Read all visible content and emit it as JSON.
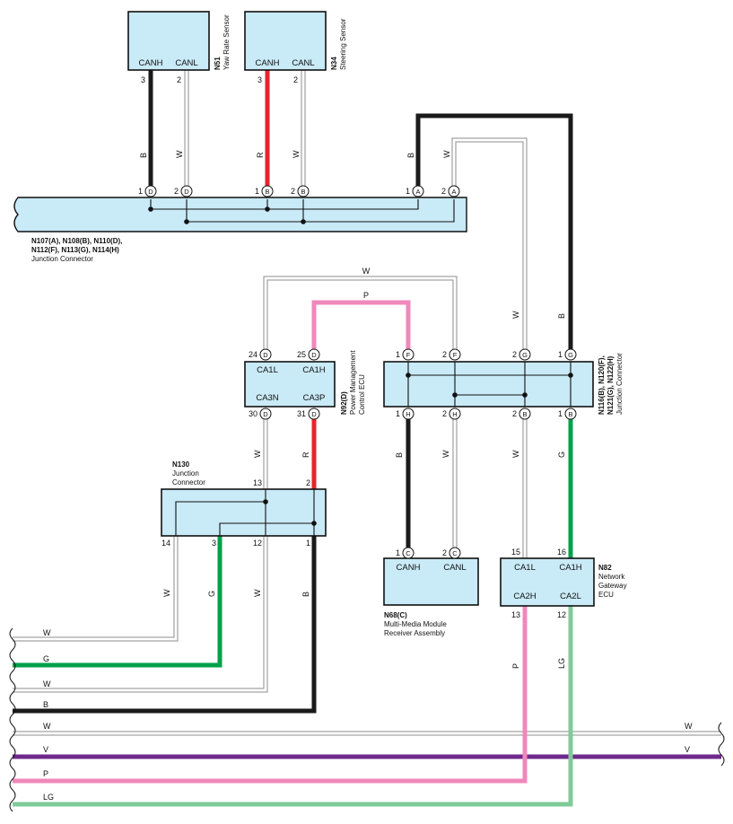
{
  "components": {
    "n51": {
      "id": "N51",
      "name": "Yaw Rate Sensor",
      "pin_canh": "CANH",
      "pin_canl": "CANL",
      "num_canh": "3",
      "num_canl": "2"
    },
    "n34": {
      "id": "N34",
      "name": "Steering Sensor",
      "pin_canh": "CANH",
      "pin_canl": "CANL",
      "num_canh": "3",
      "num_canl": "2"
    },
    "jc1": {
      "line1": "N107(A), N108(B), N110(D),",
      "line2": "N112(F), N113(G), N114(H)",
      "line3": "Junction Connector"
    },
    "n92": {
      "id": "N92(D)",
      "name1": "Power Management",
      "name2": "Control ECU",
      "p_ca1l": "CA1L",
      "p_ca1h": "CA1H",
      "p_ca3n": "CA3N",
      "p_ca3p": "CA3P"
    },
    "jc2": {
      "line1": "N116(B), N120(F),",
      "line2": "N121(G), N122(H)",
      "line3": "Junction Connector"
    },
    "n130": {
      "id": "N130",
      "name1": "Junction",
      "name2": "Connector"
    },
    "n68": {
      "id": "N68(C)",
      "name1": "Multi-Media Module",
      "name2": "Receiver Assembly",
      "p_canh": "CANH",
      "p_canl": "CANL"
    },
    "n82": {
      "id": "N82",
      "name1": "Network",
      "name2": "Gateway",
      "name3": "ECU",
      "p_ca1l": "CA1L",
      "p_ca1h": "CA1H",
      "p_ca2h": "CA2H",
      "p_ca2l": "CA2L"
    }
  },
  "pins": {
    "jc1_1d": "1",
    "jc1_2d": "2",
    "jc1_1b": "1",
    "jc1_2b": "2",
    "jc1_1a": "1",
    "jc1_2a": "2",
    "n92_24": "24",
    "n92_25": "25",
    "n92_30": "30",
    "n92_31": "31",
    "jc2_1f": "1",
    "jc2_2f": "2",
    "jc2_2g": "2",
    "jc2_1g": "1",
    "jc2_1h": "1",
    "jc2_2h": "2",
    "jc2_2b": "2",
    "jc2_1b": "1",
    "n130_13": "13",
    "n130_2": "2",
    "n130_14": "14",
    "n130_3": "3",
    "n130_12": "12",
    "n130_1": "1",
    "n68_1": "1",
    "n68_2": "2",
    "n82_15": "15",
    "n82_16": "16",
    "n82_13": "13",
    "n82_12": "12"
  },
  "terminals": {
    "d": "D",
    "b": "B",
    "a": "A",
    "f": "F",
    "g": "G",
    "h": "H",
    "c": "C"
  },
  "wire_labels": {
    "b": "B",
    "w": "W",
    "r": "R",
    "p": "P",
    "g": "G",
    "v": "V",
    "lg": "LG"
  },
  "colors": {
    "black": "#1a1a1a",
    "red": "#e8232c",
    "pink": "#ef88bb",
    "green": "#00a14b",
    "purple": "#6e2a8c",
    "light_green": "#7fcb98",
    "gray": "#8c8c8c",
    "box_fill": "#c9eaf7"
  }
}
